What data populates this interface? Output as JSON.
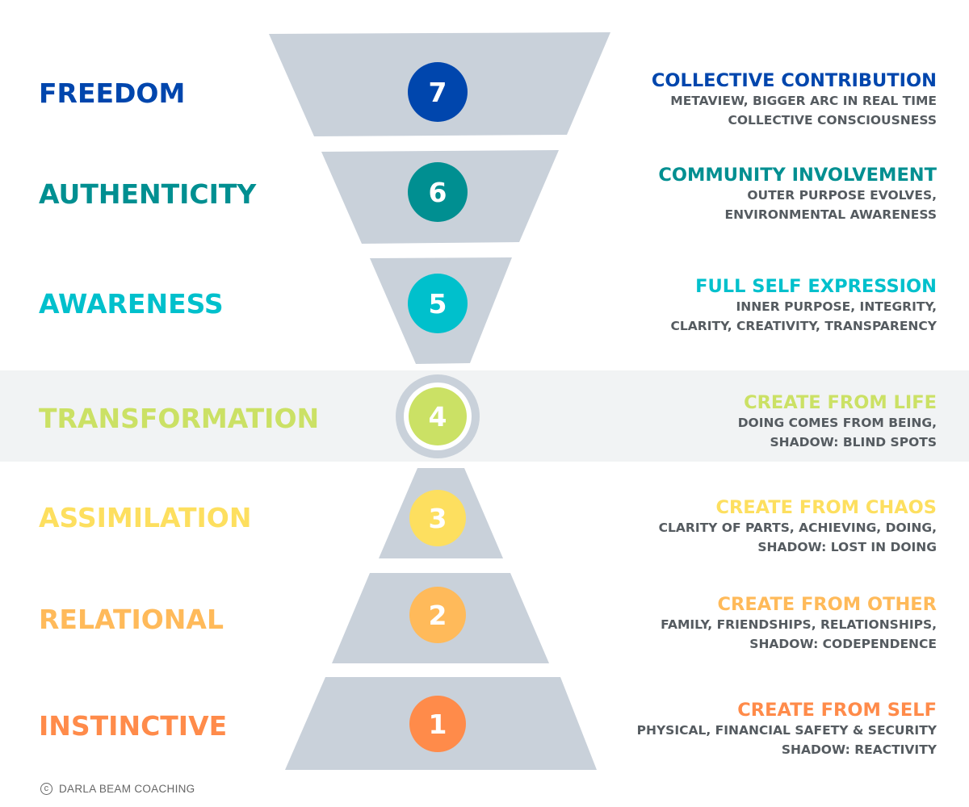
{
  "levels": [
    {
      "number": "7",
      "name": "FREEDOM",
      "color": "#0046ad",
      "title": "COLLECTIVE CONTRIBUTION",
      "lines": [
        "METAVIEW, BIGGER ARC IN REAL TIME",
        "COLLECTIVE CONSCIOUSNESS"
      ]
    },
    {
      "number": "6",
      "name": "AUTHENTICITY",
      "color": "#008f91",
      "title": "COMMUNITY INVOLVEMENT",
      "lines": [
        "OUTER PURPOSE EVOLVES,",
        "ENVIRONMENTAL AWARENESS"
      ]
    },
    {
      "number": "5",
      "name": "AWARENESS",
      "color": "#00c0cc",
      "title": "FULL SELF EXPRESSION",
      "lines": [
        "INNER PURPOSE, INTEGRITY,",
        "CLARITY, CREATIVITY, TRANSPARENCY"
      ]
    },
    {
      "number": "4",
      "name": "TRANSFORMATION",
      "color": "#cbe165",
      "title": "CREATE FROM LIFE",
      "lines": [
        "DOING COMES FROM BEING,",
        "SHADOW: BLIND SPOTS"
      ]
    },
    {
      "number": "3",
      "name": "ASSIMILATION",
      "color": "#fddf5f",
      "title": "CREATE FROM CHAOS",
      "lines": [
        "CLARITY OF PARTS, ACHIEVING, DOING,",
        "SHADOW: LOST IN DOING"
      ]
    },
    {
      "number": "2",
      "name": "RELATIONAL",
      "color": "#ffba5a",
      "title": "CREATE FROM OTHER",
      "lines": [
        "FAMILY, FRIENDSHIPS, RELATIONSHIPS,",
        "SHADOW: CODEPENDENCE"
      ]
    },
    {
      "number": "1",
      "name": "INSTINCTIVE",
      "color": "#ff8b4a",
      "title": "CREATE FROM SELF",
      "lines": [
        "PHYSICAL, FINANCIAL SAFETY & SECURITY",
        "SHADOW: REACTIVITY"
      ]
    }
  ],
  "colors": {
    "funnel": "#c9d1da",
    "band": "#f1f3f4",
    "ring": "#c9d1da",
    "number_text": "#ffffff",
    "description_text": "#555b60"
  },
  "footer": {
    "copyright_icon": "copyright-icon",
    "text": "DARLA BEAM COACHING"
  }
}
